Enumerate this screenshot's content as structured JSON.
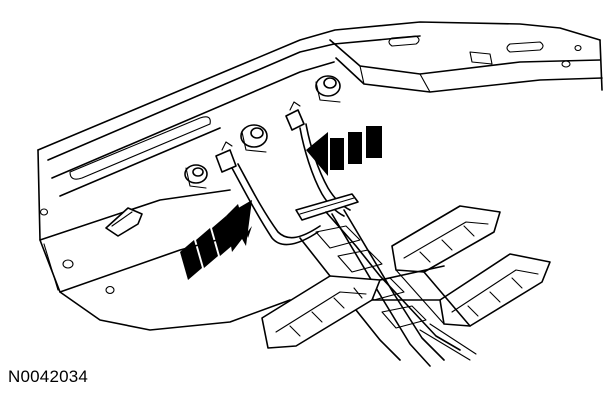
{
  "figure": {
    "id_label": "N0042034"
  },
  "colors": {
    "line": "#000000",
    "background": "#ffffff"
  },
  "icons": {
    "callout_arrow_left": "three-bar-arrow-pointing-up-right",
    "callout_arrow_right": "three-bar-arrow-pointing-left"
  }
}
